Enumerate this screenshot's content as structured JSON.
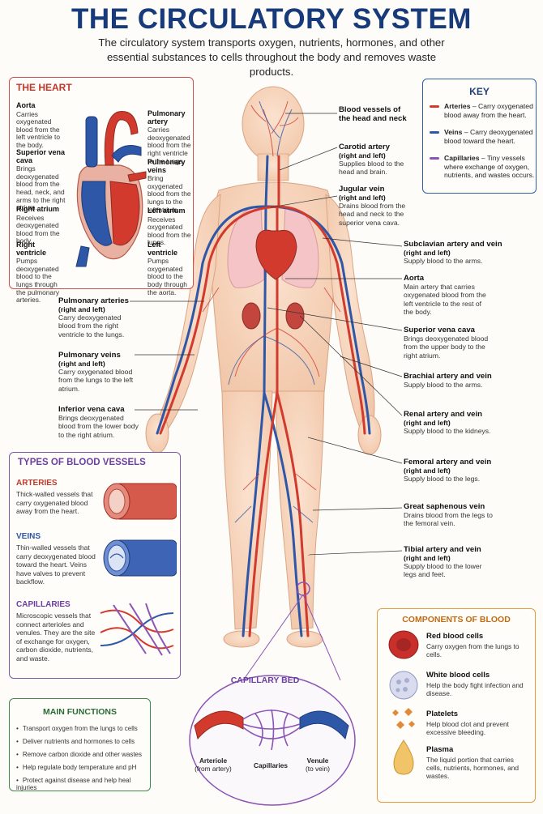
{
  "title": "THE CIRCULATORY SYSTEM",
  "subtitle": "The circulatory system transports oxygen, nutrients, hormones, and other essential substances to cells throughout the body and removes waste products.",
  "colors": {
    "artery": "#d23a2e",
    "vein": "#2f57a8",
    "capillary": "#8a55b5",
    "title": "#173a7a"
  },
  "heart": {
    "title": "THE HEART",
    "labels": {
      "aorta": {
        "name": "Aorta",
        "desc": "Carries oxygenated blood from the left ventricle to the body."
      },
      "svc": {
        "name": "Superior vena cava",
        "desc": "Brings deoxygenated blood from the head, neck, and arms to the right atrium."
      },
      "ra": {
        "name": "Right atrium",
        "desc": "Receives deoxygenated blood from the body."
      },
      "rv": {
        "name": "Right ventricle",
        "desc": "Pumps deoxygenated blood to the lungs through the pulmonary arteries."
      },
      "pa": {
        "name": "Pulmonary artery",
        "desc": "Carries deoxygenated blood from the right ventricle to the lungs."
      },
      "pv": {
        "name": "Pulmonary veins",
        "desc": "Bring oxygenated blood from the lungs to the left atrium."
      },
      "la": {
        "name": "Left atrium",
        "desc": "Receives oxygenated blood from the lungs."
      },
      "lv": {
        "name": "Left ventricle",
        "desc": "Pumps oxygenated blood to the body through the aorta."
      }
    }
  },
  "key": {
    "title": "KEY",
    "items": [
      {
        "name": "Arteries",
        "desc": " – Carry oxygenated blood away from the heart."
      },
      {
        "name": "Veins",
        "desc": " – Carry deoxygenated blood toward the heart."
      },
      {
        "name": "Capillaries",
        "desc": " – Tiny vessels where exchange of oxygen, nutrients, and wastes occurs."
      }
    ]
  },
  "left_labels": {
    "pul_arteries": {
      "name": "Pulmonary arteries",
      "sub": "(right and left)",
      "desc": "Carry deoxygenated blood from the right ventricle to the lungs."
    },
    "pul_veins": {
      "name": "Pulmonary veins",
      "sub": "(right and left)",
      "desc": "Carry oxygenated blood from the lungs to the left atrium."
    },
    "ivc": {
      "name": "Inferior vena cava",
      "desc": "Brings deoxygenated blood from the lower body to the right atrium."
    }
  },
  "right_labels": {
    "head": {
      "name": "Blood vessels of the head and neck"
    },
    "carotid": {
      "name": "Carotid artery",
      "sub": "(right and left)",
      "desc": "Supplies blood to the head and brain."
    },
    "jugular": {
      "name": "Jugular vein",
      "sub": "(right and left)",
      "desc": "Drains blood from the head and neck to the superior vena cava."
    },
    "subclavian": {
      "name": "Subclavian artery and vein",
      "sub": "(right and left)",
      "desc": "Supply blood to the arms."
    },
    "aorta": {
      "name": "Aorta",
      "desc": "Main artery that carries oxygenated blood from the left ventricle to the rest of the body."
    },
    "svc": {
      "name": "Superior vena cava",
      "desc": "Brings deoxygenated blood from the upper body to the right atrium."
    },
    "brachial": {
      "name": "Brachial artery and vein",
      "desc": "Supply blood to the arms."
    },
    "renal": {
      "name": "Renal artery and vein",
      "sub": "(right and left)",
      "desc": "Supply blood to the kidneys."
    },
    "femoral": {
      "name": "Femoral artery and vein",
      "sub": "(right and left)",
      "desc": "Supply blood to the legs."
    },
    "saphenous": {
      "name": "Great saphenous vein",
      "desc": "Drains blood from the legs to the femoral vein."
    },
    "tibial": {
      "name": "Tibial artery and vein",
      "sub": "(right and left)",
      "desc": "Supply blood to the lower legs and feet."
    }
  },
  "types": {
    "title": "TYPES OF BLOOD VESSELS",
    "arteries": {
      "name": "ARTERIES",
      "desc": "Thick-walled vessels that carry oxygenated blood away from the heart."
    },
    "veins": {
      "name": "VEINS",
      "desc": "Thin-walled vessels that carry deoxygenated blood toward the heart. Veins have valves to prevent backflow."
    },
    "capillaries": {
      "name": "CAPILLARIES",
      "desc": "Microscopic vessels that connect arterioles and venules. They are the site of exchange for oxygen, carbon dioxide, nutrients, and waste."
    }
  },
  "functions": {
    "title": "MAIN FUNCTIONS",
    "items": [
      "Transport oxygen from the lungs to cells",
      "Deliver nutrients and hormones to cells",
      "Remove carbon dioxide and other wastes",
      "Help regulate body temperature and pH",
      "Protect against disease and help heal injuries"
    ]
  },
  "capillary_bed": {
    "title": "CAPILLARY BED",
    "arteriole": "Arteriole",
    "arteriole_sub": "(from artery)",
    "capillaries": "Capillaries",
    "venule": "Venule",
    "venule_sub": "(to vein)"
  },
  "components": {
    "title": "COMPONENTS OF BLOOD",
    "items": [
      {
        "name": "Red blood cells",
        "desc": "Carry oxygen from the lungs to cells."
      },
      {
        "name": "White blood cells",
        "desc": "Help the body fight infection and disease."
      },
      {
        "name": "Platelets",
        "desc": "Help blood clot and prevent excessive bleeding."
      },
      {
        "name": "Plasma",
        "desc": "The liquid portion that carries cells, nutrients, hormones, and wastes."
      }
    ]
  }
}
